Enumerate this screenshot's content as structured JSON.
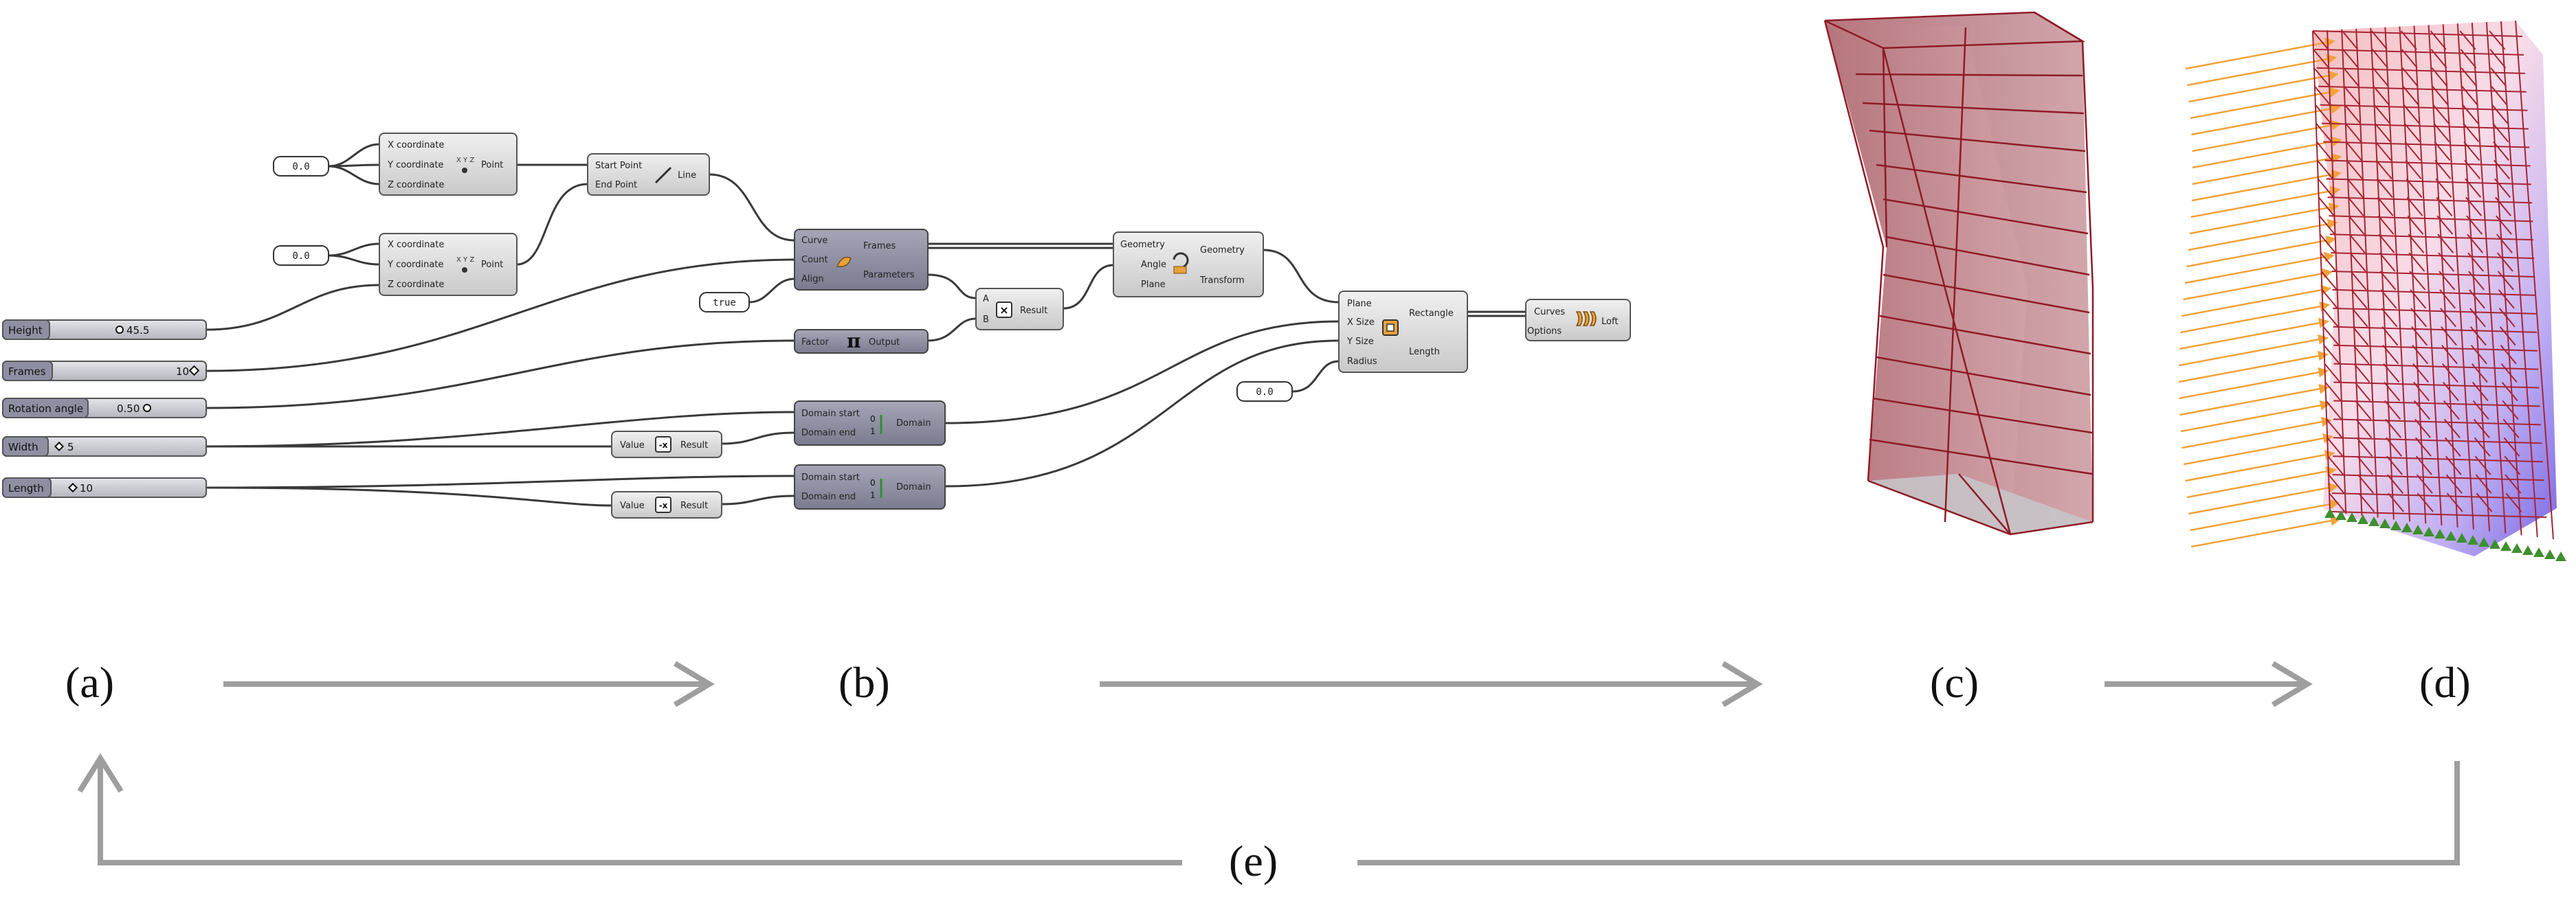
{
  "inputs": {
    "panel_x": "0.0",
    "panel_y": "0.0",
    "panel_radius": "0.0",
    "toggle_true": "true",
    "height": {
      "label": "Height",
      "value": "45.5"
    },
    "frames": {
      "label": "Frames",
      "value": "10"
    },
    "rotation": {
      "label": "Rotation angle",
      "value": "0.50"
    },
    "width": {
      "label": "Width",
      "value": "5"
    },
    "length": {
      "label": "Length",
      "value": "10"
    }
  },
  "components": {
    "point1": {
      "in": [
        "X coordinate",
        "Y coordinate",
        "Z coordinate"
      ],
      "out": "Point"
    },
    "point2": {
      "in": [
        "X coordinate",
        "Y coordinate",
        "Z coordinate"
      ],
      "out": "Point"
    },
    "line": {
      "in": [
        "Start Point",
        "End Point"
      ],
      "out": "Line"
    },
    "frames": {
      "in": [
        "Curve",
        "Count",
        "Align"
      ],
      "out": [
        "Frames",
        "Parameters"
      ]
    },
    "multiply": {
      "in": [
        "A",
        "B"
      ],
      "out": "Result"
    },
    "rotate": {
      "in": [
        "Geometry",
        "Angle",
        "Plane"
      ],
      "out": [
        "Geometry",
        "Transform"
      ]
    },
    "pi": {
      "in": "Factor",
      "out": "Output"
    },
    "rectangle": {
      "in": [
        "Plane",
        "X Size",
        "Y Size",
        "Radius"
      ],
      "out": [
        "Rectangle",
        "Length"
      ]
    },
    "loft": {
      "in": [
        "Curves",
        "Options"
      ],
      "out": "Loft"
    },
    "domain1": {
      "in": [
        "Domain start",
        "Domain end"
      ],
      "out": "Domain"
    },
    "domain2": {
      "in": [
        "Domain start",
        "Domain end"
      ],
      "out": "Domain"
    },
    "negative1": {
      "in": "Value",
      "out": "Result"
    },
    "negative2": {
      "in": "Value",
      "out": "Result"
    }
  },
  "steps": {
    "a": "(a)",
    "b": "(b)",
    "c": "(c)",
    "d": "(d)",
    "e": "(e)"
  },
  "colors": {
    "wire": "#3a3a3a",
    "component": "#d6d6d6",
    "component_dark": "#8f8fa4",
    "slider": "#c2c2c8",
    "arrow": "#9e9e9e",
    "tower_fill": "#b06870",
    "tower_edge": "#8e1b26",
    "load_arrow": "#f2a23a",
    "support": "#3f8f2f"
  }
}
